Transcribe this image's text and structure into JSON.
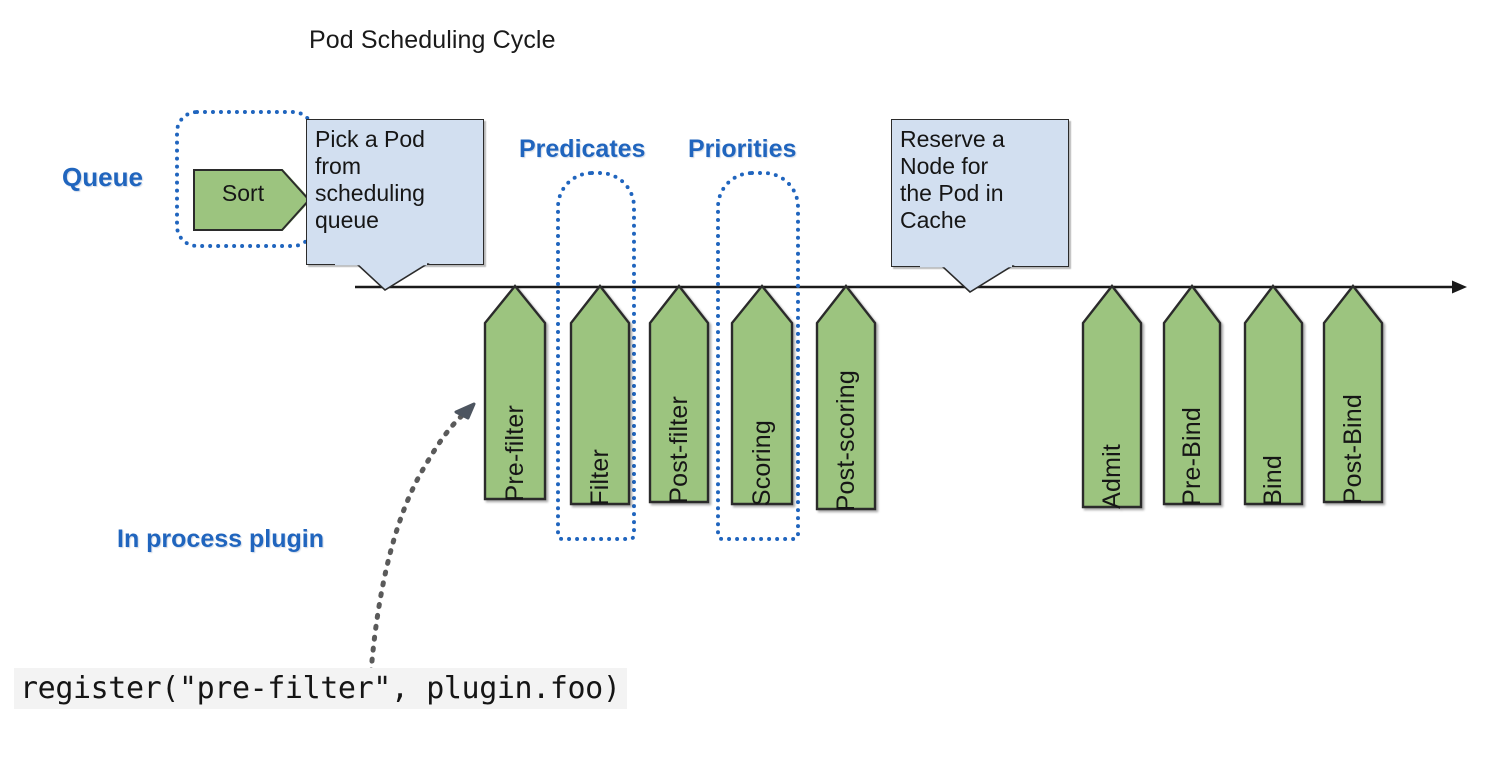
{
  "title": "Pod Scheduling Cycle",
  "annotations": {
    "queue": "Queue",
    "predicates": "Predicates",
    "priorities": "Priorities",
    "in_process_plugin": "In process plugin"
  },
  "queue_stage": {
    "sort_label": "Sort"
  },
  "callouts": [
    {
      "id": "pick-a-pod",
      "text": "Pick a Pod\nfrom\nscheduling\nqueue"
    },
    {
      "id": "reserve-node",
      "text": "Reserve a\nNode for\nthe Pod in\nCache"
    }
  ],
  "stages": [
    {
      "label": "Pre-filter"
    },
    {
      "label": "Filter"
    },
    {
      "label": "Post-filter"
    },
    {
      "label": "Scoring"
    },
    {
      "label": "Post-scoring"
    },
    {
      "label": "Admit"
    },
    {
      "label": "Pre-Bind"
    },
    {
      "label": "Bind"
    },
    {
      "label": "Post-Bind"
    }
  ],
  "code_snippet": "register(\"pre-filter\", plugin.foo)",
  "colors": {
    "stage_fill": "#9cc47f",
    "stage_stroke": "#2b2b2b",
    "callout_fill": "#d2dff0",
    "callout_stroke": "#2b2b2b",
    "annotation_blue": "#2065be",
    "timeline": "#1a1a1a",
    "code_background": "#f3f3f3"
  }
}
